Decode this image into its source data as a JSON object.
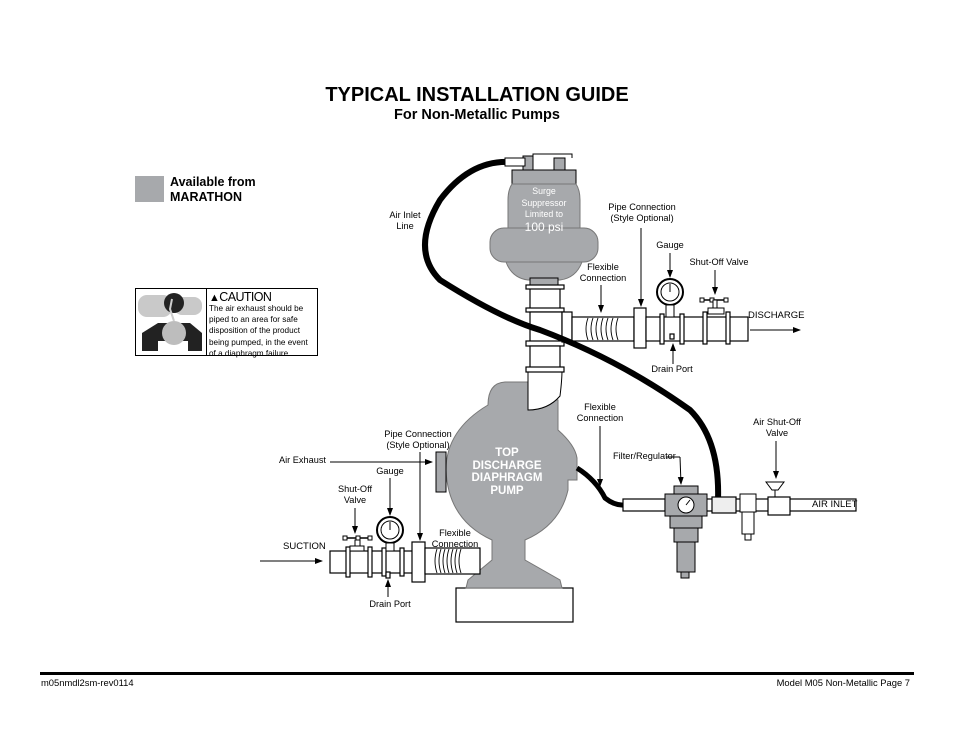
{
  "header": {
    "title": "TYPICAL INSTALLATION GUIDE",
    "subtitle": "For Non-Metallic Pumps"
  },
  "legend": {
    "swatch_color": "#a7a9ac",
    "line1": "Available from",
    "line2": "MARATHON"
  },
  "caution": {
    "icon": "warning-triangle-icon",
    "heading": "CAUTION",
    "lines": [
      "The air exhaust should be",
      "piped to an area for safe",
      "disposition of the product",
      "being pumped, in the event",
      "of a diaphragm failure."
    ]
  },
  "diagram": {
    "surge_suppressor": [
      "Surge",
      "Suppressor",
      "Limited to",
      "100 psi"
    ],
    "pump_label": [
      "TOP",
      "DISCHARGE",
      "DIAPHRAGM",
      "PUMP"
    ],
    "labels": {
      "air_inlet_line": [
        "Air Inlet",
        "Line"
      ],
      "discharge_pipe_connection": [
        "Pipe Connection",
        "(Style Optional)"
      ],
      "discharge_gauge": "Gauge",
      "discharge_shutoff": "Shut-Off Valve",
      "discharge_flexible": [
        "Flexible",
        "Connection"
      ],
      "discharge": "DISCHARGE",
      "discharge_drain": "Drain Port",
      "air_flexible": [
        "Flexible",
        "Connection"
      ],
      "air_shutoff": [
        "Air Shut-Off",
        "Valve"
      ],
      "filter_regulator": "Filter/Regulator",
      "air_inlet": "AIR INLET",
      "suction_pipe_connection": [
        "Pipe Connection",
        "(Style Optional)"
      ],
      "air_exhaust": "Air Exhaust",
      "suction_gauge": "Gauge",
      "suction_shutoff": [
        "Shut-Off",
        "Valve"
      ],
      "suction": "SUCTION",
      "suction_flexible": [
        "Flexible",
        "Connection"
      ],
      "suction_drain": "Drain Port"
    },
    "colors": {
      "available_part": "#a7a9ac",
      "line": "#000000"
    }
  },
  "footer": {
    "left": "m05nmdl2sm-rev0114",
    "right": "Model M05 Non-Metallic Page 7"
  }
}
